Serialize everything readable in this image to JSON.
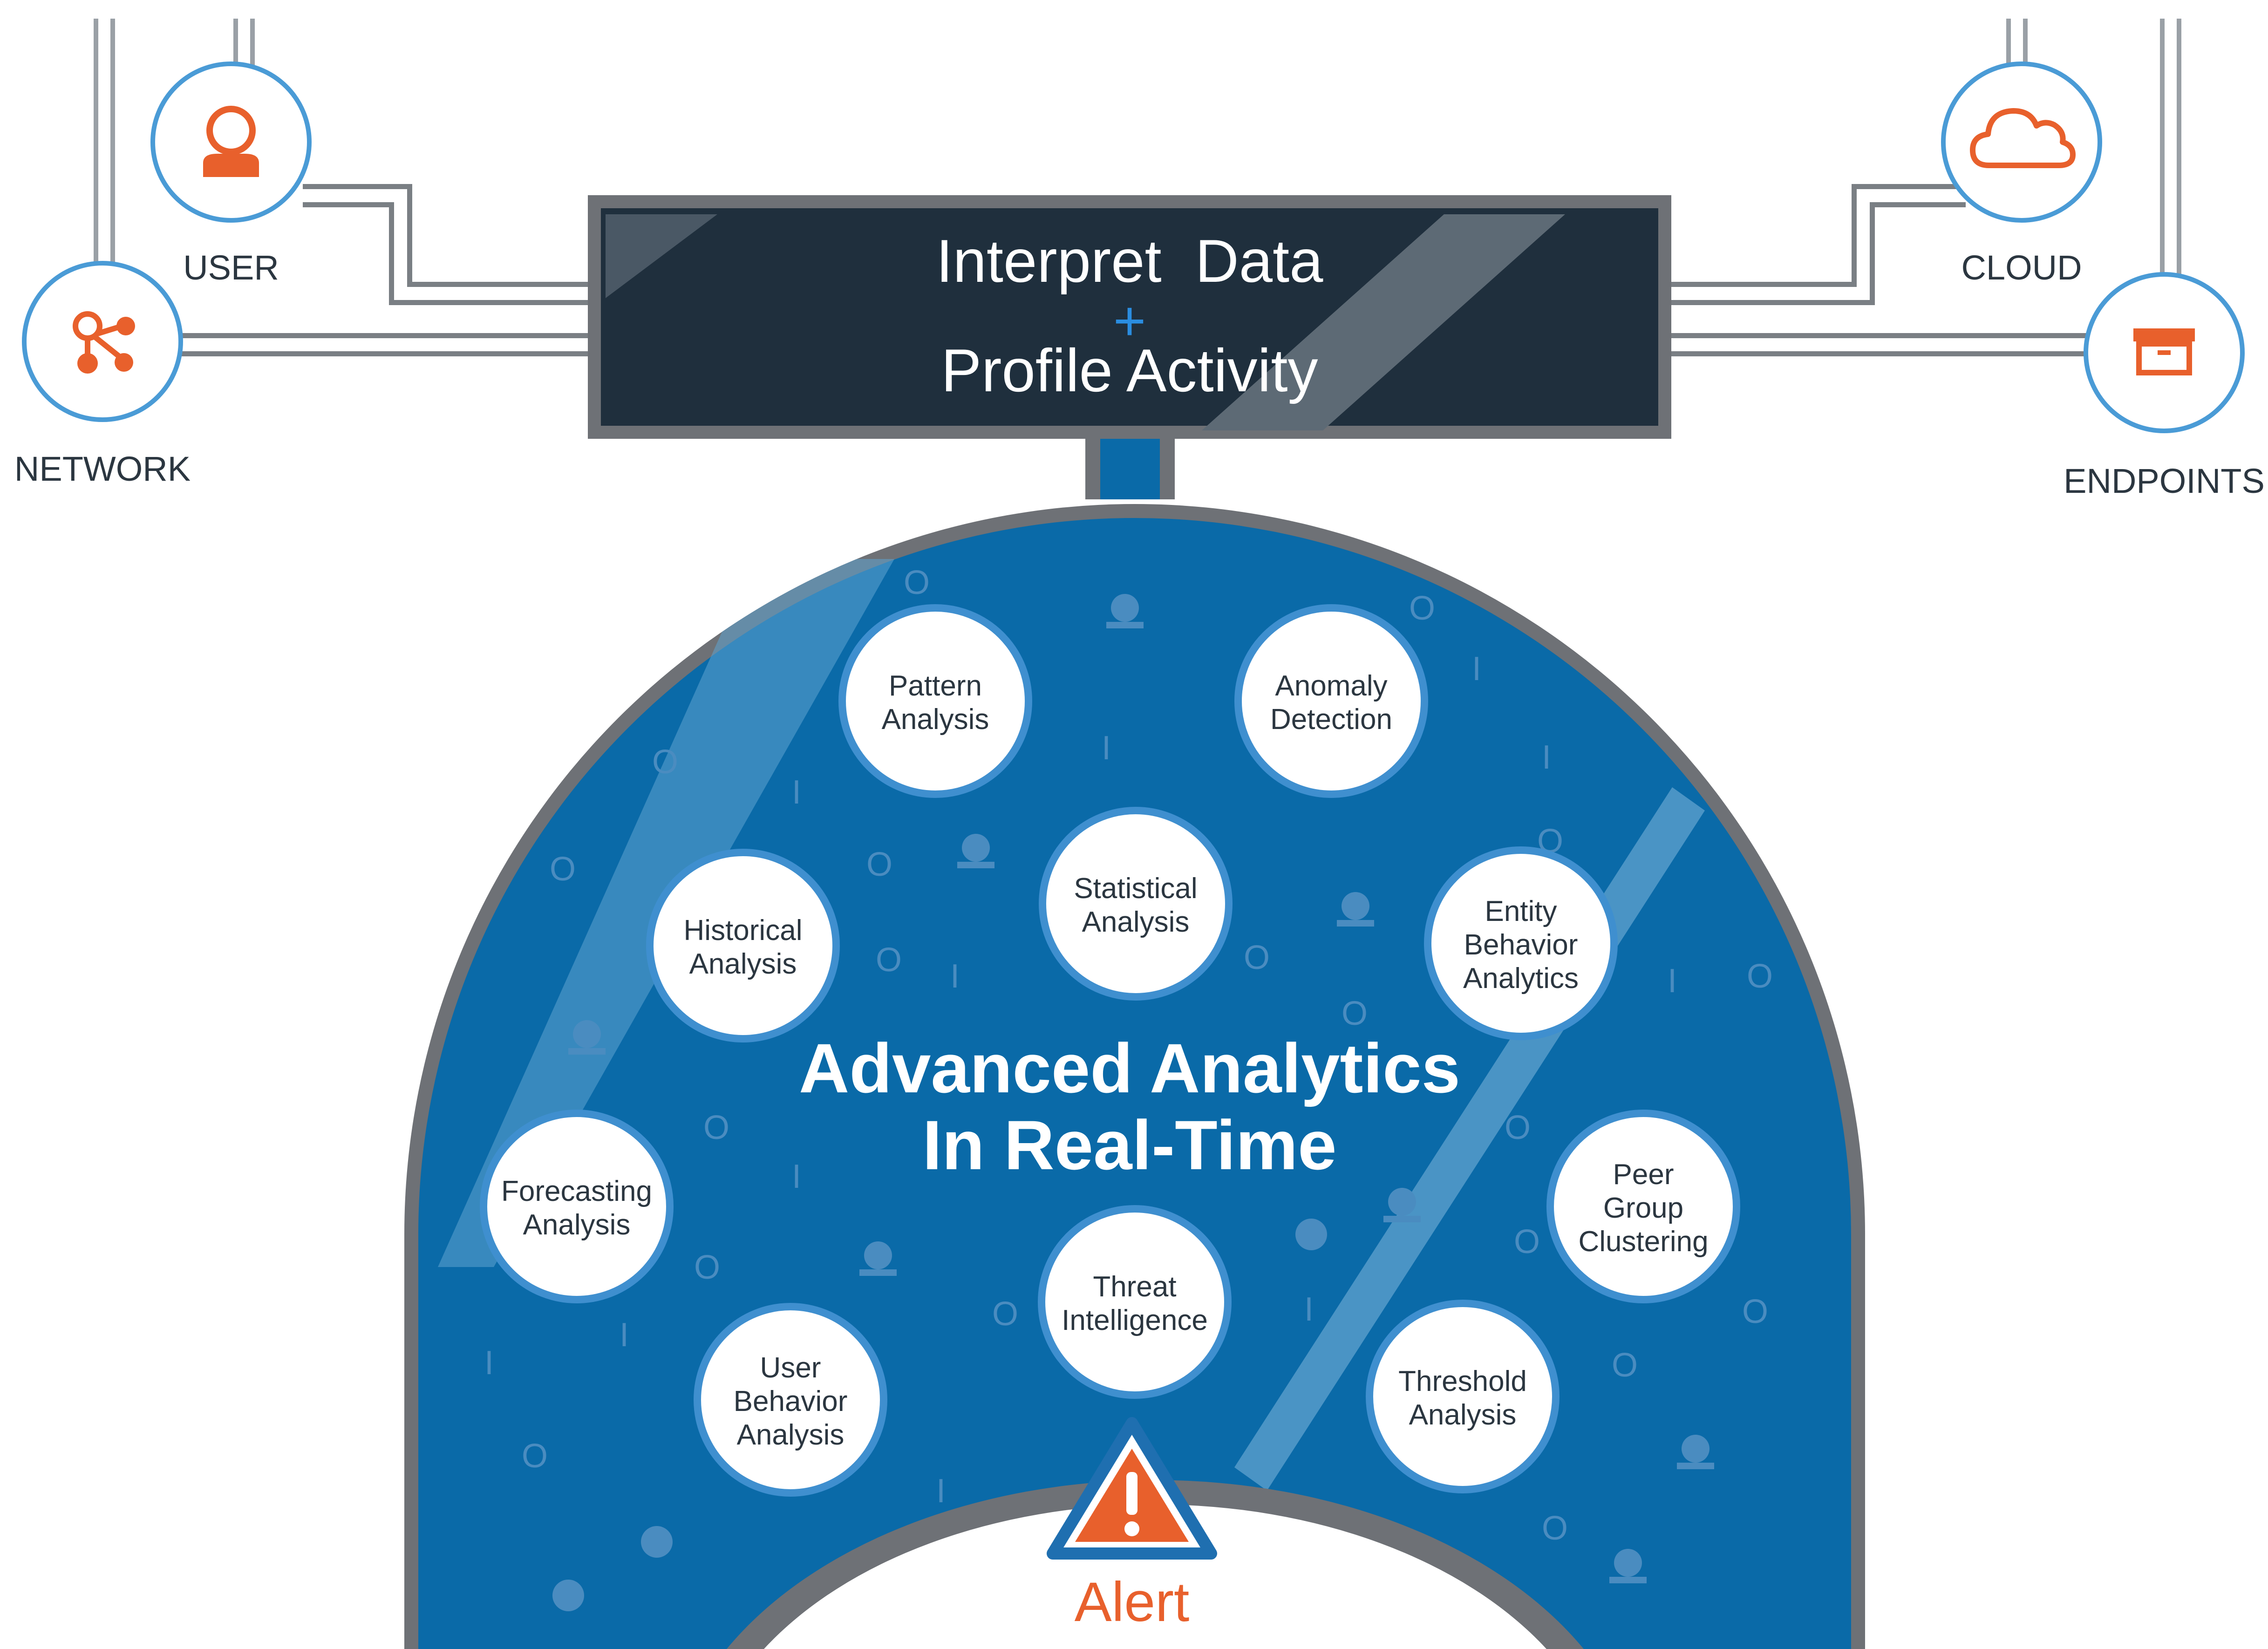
{
  "sources": [
    {
      "key": "user",
      "label": "USER",
      "icon": "user-icon"
    },
    {
      "key": "network",
      "label": "NETWORK",
      "icon": "network-icon"
    },
    {
      "key": "cloud",
      "label": "CLOUD",
      "icon": "cloud-icon"
    },
    {
      "key": "endpoints",
      "label": "ENDPOINTS",
      "icon": "archive-box-icon"
    }
  ],
  "processor": {
    "line1": "Interpret  Data",
    "plus": "+",
    "line2": "Profile Activity"
  },
  "analytics": {
    "title_line1": "Advanced Analytics",
    "title_line2": "In Real-Time",
    "techniques": [
      [
        "Pattern",
        "Analysis"
      ],
      [
        "Anomaly",
        "Detection"
      ],
      [
        "Historical",
        "Analysis"
      ],
      [
        "Statistical",
        "Analysis"
      ],
      [
        "Entity",
        "Behavior",
        "Analytics"
      ],
      [
        "Forecasting",
        "Analysis"
      ],
      [
        "Peer",
        "Group",
        "Clustering"
      ],
      [
        "Threat",
        "Intelligence"
      ],
      [
        "User",
        "Behavior",
        "Analysis"
      ],
      [
        "Threshold",
        "Analysis"
      ]
    ]
  },
  "alert": {
    "label": "Alert",
    "icon": "warning-triangle-icon"
  },
  "colors": {
    "accent": "#e8602c",
    "blue": "#0a6aa8",
    "dark_panel": "#1f2f3d",
    "ring_gray": "#6e7176",
    "icon_ring": "#4a9bd6",
    "plus": "#2a8de0"
  }
}
